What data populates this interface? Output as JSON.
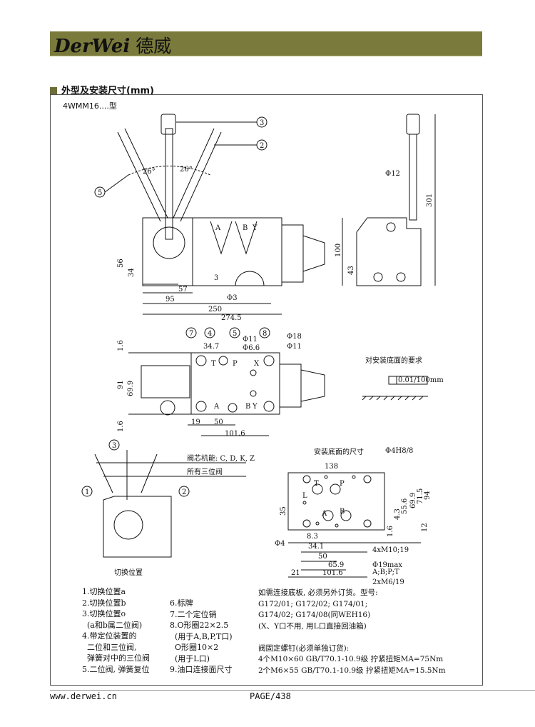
{
  "header": {
    "logo_text": "DerWei",
    "logo_cn": "德威"
  },
  "section_title": "外型及安装尺寸(mm)",
  "model": "4WMM16....型",
  "front_view": {
    "angle_left": "26°",
    "angle_right": "26°",
    "dims": [
      "56",
      "34",
      "57",
      "95",
      "250",
      "274.5",
      "3",
      "Φ3"
    ],
    "ports": [
      "A",
      "B",
      "Y"
    ],
    "callouts": [
      "3",
      "2",
      "5",
      "7",
      "4",
      "5",
      "8"
    ]
  },
  "side_view": {
    "dims": [
      "Φ12",
      "301",
      "100",
      "43"
    ]
  },
  "top_view": {
    "dims": [
      "1.6",
      "91",
      "69.9",
      "1.6",
      "34.7",
      "Φ11",
      "Φ6.6",
      "Φ18",
      "Φ11",
      "19",
      "50",
      "101.6"
    ],
    "ports": [
      "T",
      "P",
      "X",
      "A",
      "B",
      "Y"
    ]
  },
  "surface_req": {
    "label": "对安装底面的要求",
    "tolerance": "0.01/100mm"
  },
  "positions": {
    "line1": "阀芯机能: C, D, K, Z",
    "line2": "所有三位阀",
    "caption": "切换位置",
    "callouts": [
      "3",
      "1",
      "2"
    ]
  },
  "mount_surface": {
    "title": "安装底面的尺寸",
    "hole_spec": "Φ4H8/8",
    "dims": [
      "138",
      "35",
      "55.6",
      "69.9",
      "71.5",
      "94",
      "4.3",
      "12",
      "1.6",
      "8.3",
      "34.1",
      "50",
      "65.9",
      "21",
      "101.6"
    ],
    "ports": [
      "T",
      "P",
      "L",
      "A",
      "B"
    ],
    "phi4": "Φ4",
    "bolt": "4xM10;19",
    "port_dia": "Φ19max",
    "port_list": "A;B;P;T",
    "screw": "2xM6/19"
  },
  "legend_col1": [
    "1.切换位置a",
    "2.切换位置b",
    "3.切换位置o",
    "  (a和b属二位阀)",
    "4.带定位装置的",
    "  二位和三位阀,",
    "  弹簧对中的三位阀",
    "5.二位阀, 弹簧复位"
  ],
  "legend_col2": [
    "6.标牌",
    "7.二个定位销",
    "8.O形圈22×2.5",
    "  (用于A,B,P,T口)",
    "  O形圈10×2",
    "  (用于L口)",
    "9.油口连接面尺寸"
  ],
  "order_notes": [
    "如需连接底板, 必须另外订货。型号:",
    "G172/01; G172/02; G174/01;",
    "G174/02; G174/08(同WEH16)",
    "(X、Y口不用, 用L口直接回油箱)",
    "",
    "阀固定螺钉(必须单独订货):",
    "4个M10×60 GB/T70.1-10.9级 拧紧扭矩MA=75Nm",
    "2个M6×55 GB/T70.1-10.9级 拧紧扭矩MA=15.5Nm"
  ],
  "footer": {
    "website": "www.derwei.cn",
    "page": "PAGE/438"
  }
}
